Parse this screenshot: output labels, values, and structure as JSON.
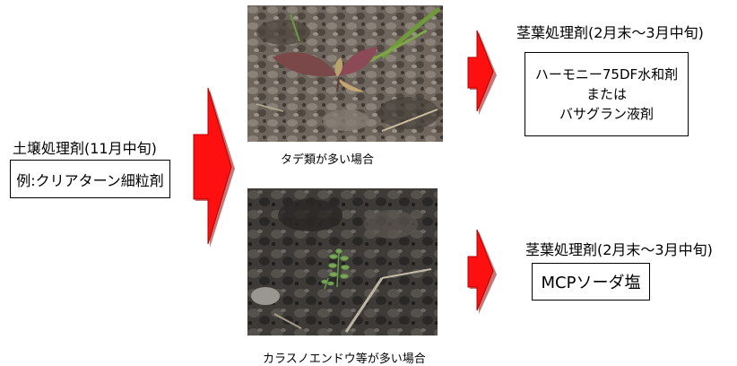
{
  "soil": {
    "title": "土壌処理剤(11月中旬)",
    "example": "例:クリアターン細粒剤"
  },
  "top_photo": {
    "caption": "タデ類が多い場合"
  },
  "bottom_photo": {
    "caption": "カラスノエンドウ等が多い場合"
  },
  "foliar_top": {
    "title": "茎葉処理剤(2月末〜3月中旬)",
    "line1": "ハーモニー75DF水和剤",
    "line2": "または",
    "line3": "バサグラン液剤"
  },
  "foliar_bottom": {
    "title": "茎葉処理剤(2月末〜3月中旬)",
    "product": "MCPソーダ塩"
  },
  "colors": {
    "arrow": "#ff0000",
    "box_border": "#000000"
  }
}
